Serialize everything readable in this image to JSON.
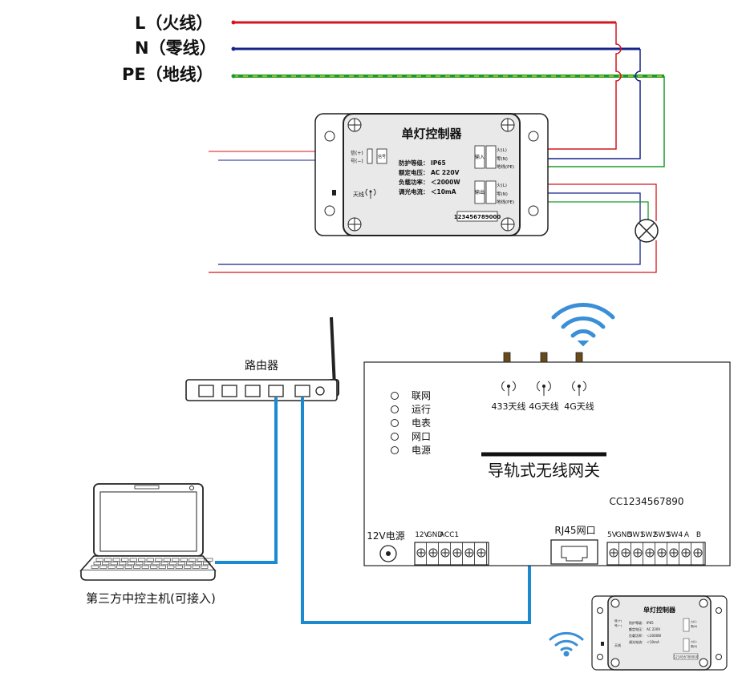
{
  "power_lines": {
    "live": "L（火线）",
    "neutral": "N（零线）",
    "earth": "PE（地线）"
  },
  "controller": {
    "title": "单灯控制器",
    "signal_left": [
      "信(+)",
      "号(−)"
    ],
    "signal_vertical": "信号",
    "antenna_label": "天线",
    "specs": [
      {
        "label": "防护等级：",
        "value": "IP65"
      },
      {
        "label": "额定电压：",
        "value": "AC 220V"
      },
      {
        "label": "负载功率：",
        "value": "＜2000W"
      },
      {
        "label": "调光电流：",
        "value": "＜10mA"
      }
    ],
    "input_tag": "输入",
    "input_terms": [
      "火(L)",
      "零(N)",
      "地线(PE)"
    ],
    "output_tag": "输出",
    "output_terms": [
      "火(L)",
      "零(N)",
      "地线(PE)"
    ],
    "serial": "123456789000"
  },
  "router": {
    "label": "路由器"
  },
  "computer": {
    "label": "第三方中控主机(可接入)"
  },
  "gateway": {
    "title": "导轨式无线网关",
    "serial": "CC1234567890",
    "indicators": [
      "联网",
      "运行",
      "电表",
      "网口",
      "电源"
    ],
    "antennas": [
      "433天线",
      "4G天线",
      "4G天线"
    ],
    "power_label": "12V电源",
    "terminal_left": [
      "12V",
      "GND",
      "ACC1"
    ],
    "rj45_label": "RJ45网口",
    "terminal_right": [
      "5V",
      "GND",
      "SW1",
      "SW2",
      "SW3",
      "SW4",
      "A",
      "B"
    ]
  },
  "colors": {
    "live": "#d4161e",
    "neutral": "#16238a",
    "earth_green": "#1a9a2a",
    "earth_yellow": "#e8d21a",
    "network": "#1c8ad0",
    "wifi": "#3b8fd6",
    "box_fill": "#e8e8e8",
    "line": "#222222"
  },
  "icons": [
    "wifi-icon",
    "antenna-icon",
    "lamp-icon",
    "laptop-icon",
    "router-icon"
  ]
}
